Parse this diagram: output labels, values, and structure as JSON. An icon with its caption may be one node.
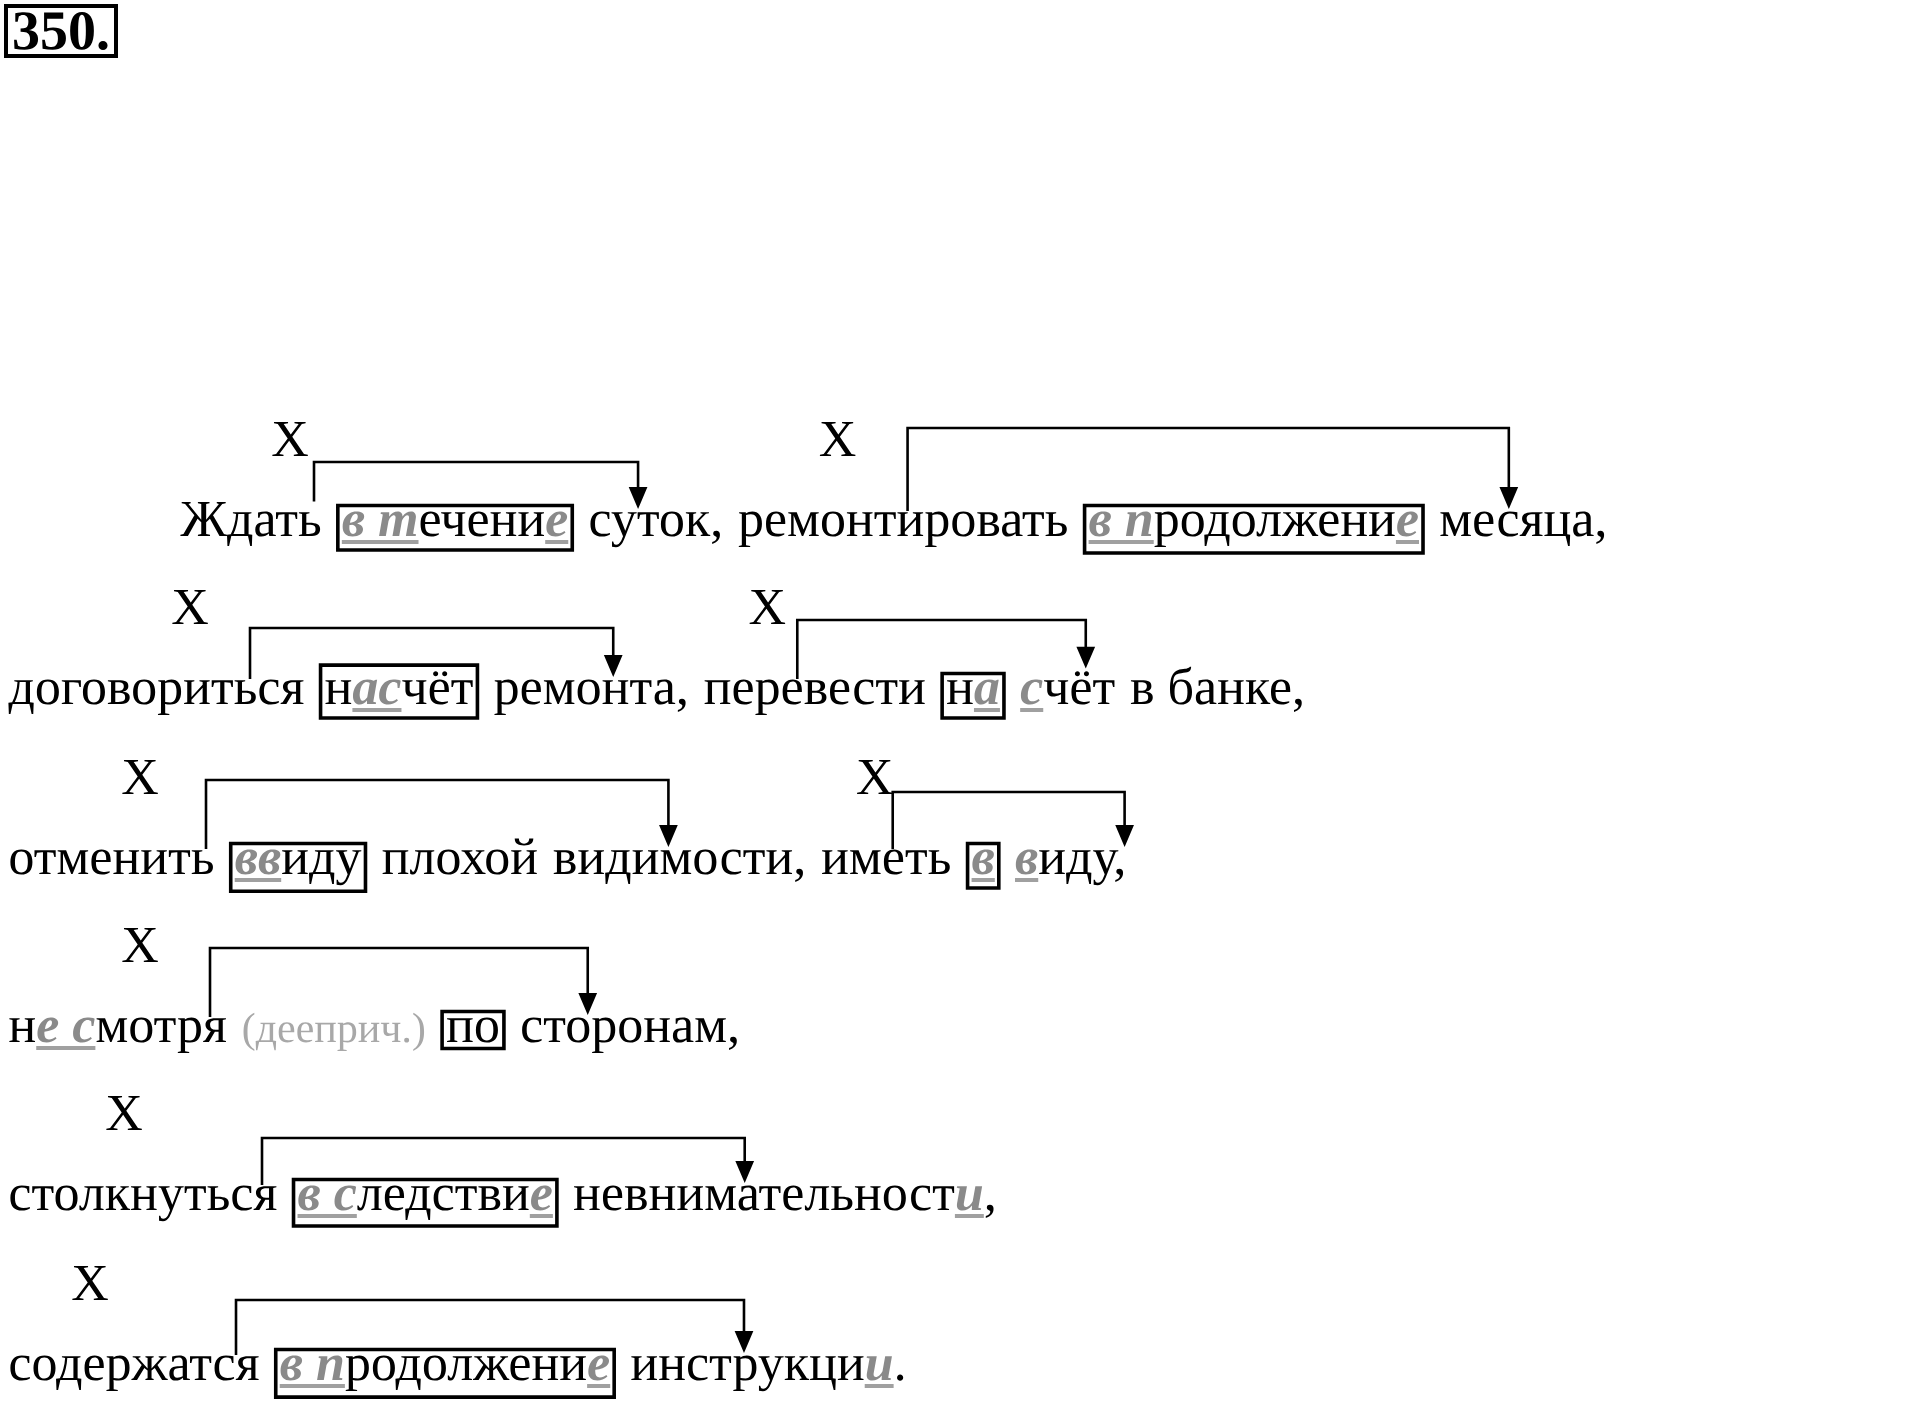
{
  "diagram": {
    "title": "350.",
    "nodes": [
      {
        "text": [
          "Ждать"
        ],
        "beside": [
          "X"
        ]
      },
      {
        "text": [
          "**в т**ечени**е**"
        ]
      },
      {
        "text": [
          "суток,"
        ]
      },
      {
        "text": [
          "ремонтировать"
        ],
        "beside": [
          "X"
        ]
      },
      {
        "text": [
          "**в п**родолжени**е**"
        ]
      },
      {
        "text": [
          "месяца,"
        ]
      },
      {
        "text": [
          "договориться"
        ],
        "beside": [
          "X"
        ]
      },
      {
        "text": [
          "н**ас**чёт"
        ]
      },
      {
        "text": [
          "ремонта,"
        ]
      },
      {
        "text": [
          "перевести"
        ],
        "beside": [
          "X"
        ]
      },
      {
        "text": [
          "н**а**"
        ]
      },
      {
        "text": [
          "**с**чёт"
        ]
      },
      {
        "text": [
          "отменить"
        ],
        "beside": [
          "X"
        ]
      },
      {
        "text": [
          "**вв**иду"
        ]
      },
      {
        "text": [
          "видимости,"
        ]
      },
      {
        "text": [
          "иметь"
        ],
        "beside": [
          "X"
        ]
      },
      {
        "text": [
          "**в**"
        ]
      },
      {
        "text": [
          "**в**иду,"
        ]
      },
      {
        "text": [
          "н**е с**мотря"
        ],
        "beside": [
          "X"
        ]
      },
      {
        "text": [
          "по"
        ]
      },
      {
        "text": [
          "сторонам,"
        ]
      },
      {
        "text": [
          "столкнуться"
        ],
        "beside": [
          "X"
        ]
      },
      {
        "text": [
          "**в с**ледстви**е**"
        ]
      },
      {
        "text": [
          "невнимательност**и**,"
        ]
      },
      {
        "text": [
          "содержатся"
        ],
        "beside": [
          "X"
        ]
      },
      {
        "text": [
          "**в п**родолжени**е**"
        ]
      },
      {
        "text": [
          "инструкци**и**."
        ]
      }
    ],
    "edges": [
      {
        "from": 0,
        "to": 2,
        "arrow": "to"
      },
      {
        "from": 3,
        "to": 5,
        "arrow": "to"
      },
      {
        "from": 6,
        "to": 8,
        "arrow": "to"
      },
      {
        "from": 9,
        "to": 11,
        "arrow": "to"
      },
      {
        "from": 12,
        "to": 14,
        "arrow": "to"
      },
      {
        "from": 15,
        "to": 17,
        "arrow": "to"
      },
      {
        "from": 18,
        "to": 20,
        "arrow": "to"
      },
      {
        "from": 21,
        "to": 23,
        "arrow": "to"
      },
      {
        "from": 24,
        "to": 26,
        "arrow": "to"
      }
    ],
    "labels": [
      "в банке,",
      "плохой",
      "(дееприч.)"
    ]
  }
}
